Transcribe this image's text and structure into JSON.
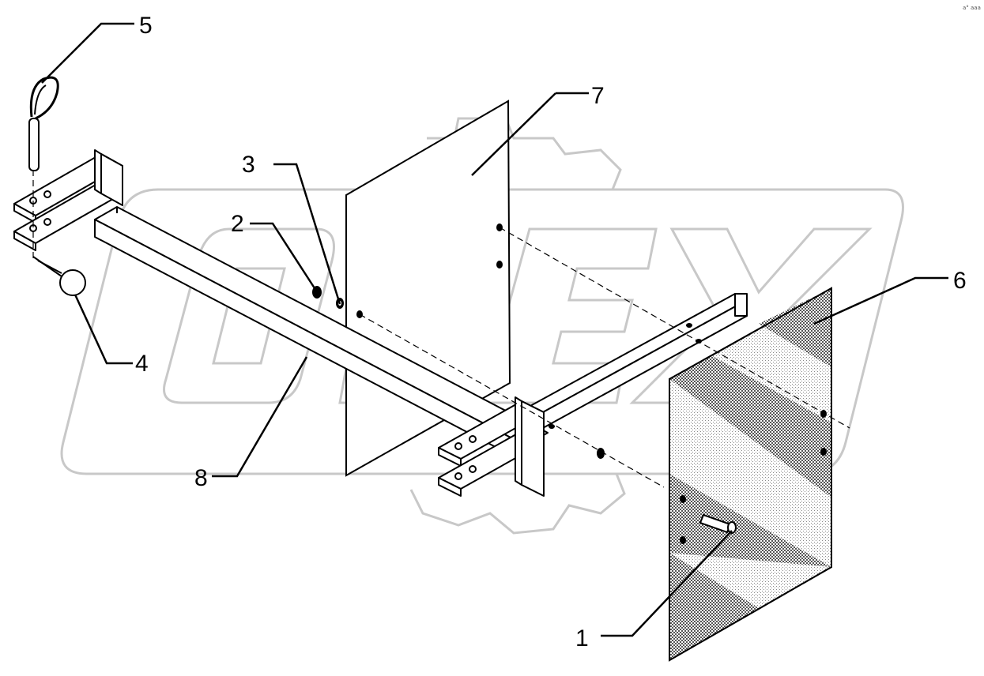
{
  "diagram": {
    "callouts": [
      {
        "id": "1",
        "label": "1"
      },
      {
        "id": "2",
        "label": "2"
      },
      {
        "id": "3",
        "label": "3"
      },
      {
        "id": "4",
        "label": "4"
      },
      {
        "id": "5",
        "label": "5"
      },
      {
        "id": "6",
        "label": "6"
      },
      {
        "id": "7",
        "label": "7"
      },
      {
        "id": "8",
        "label": "8"
      }
    ],
    "corner_code": "a° aaa"
  },
  "colors": {
    "line": "#000000",
    "watermark": "#c8c8c8",
    "hatch": "#7a7a7a"
  }
}
